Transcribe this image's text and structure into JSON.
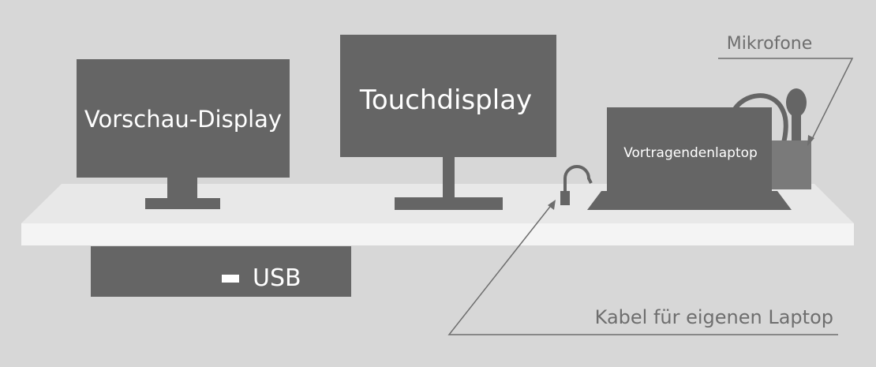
{
  "labels": {
    "preview_display": "Vorschau-Display",
    "touch_display": "Touchdisplay",
    "presenter_laptop": "Vortragendenlaptop",
    "usb": "USB",
    "microphones": "Mikrofone",
    "cable_own_laptop": "Kabel für eigenen Laptop"
  },
  "colors": {
    "background": "#d7d7d7",
    "device": "#656565",
    "desk_top": "#e8e8e8",
    "desk_front": "#f2f2f2",
    "text_light": "#ffffff",
    "text_dark": "#6e6e6e",
    "leader_line": "#6e6e6e"
  }
}
